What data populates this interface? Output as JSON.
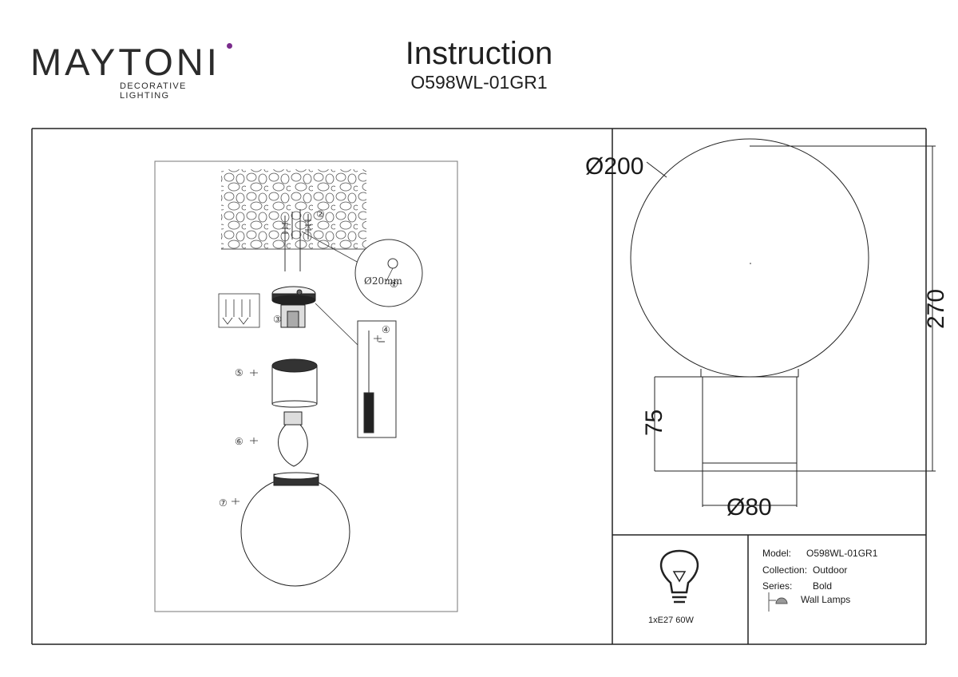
{
  "brand": {
    "name": "MAYTONI",
    "tagline": "DECORATIVE LIGHTING",
    "accent_color": "#7a2c8c"
  },
  "header": {
    "title": "Instruction",
    "model_code": "O598WL-01GR1"
  },
  "assembly": {
    "steps": [
      "①",
      "②",
      "③",
      "④",
      "⑤",
      "⑥",
      "⑦"
    ],
    "drill_note": "Ø20mm"
  },
  "dimensions": {
    "globe_diameter": "Ø200",
    "total_height": "270",
    "base_height": "75",
    "base_diameter": "Ø80"
  },
  "spec": {
    "bulb": "1xE27 60W",
    "model_label": "Model:",
    "model_value": "O598WL-01GR1",
    "collection_label": "Collection:",
    "collection_value": "Outdoor",
    "series_label": "Series:",
    "series_value": "Bold",
    "type_value": "Wall Lamps"
  },
  "icons": [
    "bulb-icon",
    "wall-lamp-icon",
    "screwdriver-icon"
  ]
}
